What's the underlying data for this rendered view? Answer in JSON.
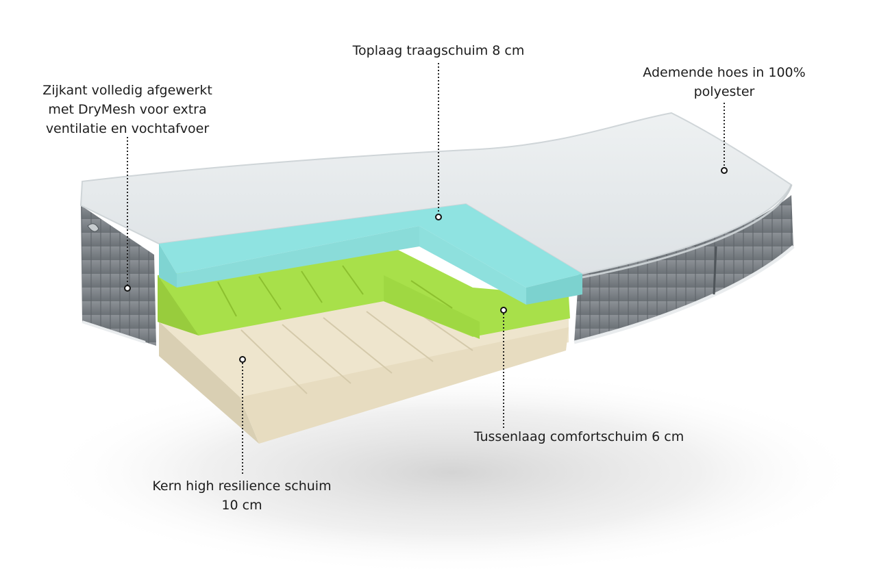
{
  "diagram": {
    "subject": "mattress-cross-section",
    "callouts": [
      {
        "id": "top-layer",
        "lines": [
          "Toplaag traagschuim 8 cm"
        ]
      },
      {
        "id": "cover",
        "lines": [
          "Ademende hoes in 100%",
          "polyester"
        ]
      },
      {
        "id": "side",
        "lines": [
          "Zijkant volledig afgewerkt",
          "met DryMesh voor extra",
          "ventilatie en vochtafvoer"
        ]
      },
      {
        "id": "middle-layer",
        "lines": [
          "Tussenlaag comfortschuim 6 cm"
        ]
      },
      {
        "id": "core",
        "lines": [
          "Kern high resilience schuim",
          "10 cm"
        ]
      }
    ],
    "colors": {
      "cover": "#e4e8ea",
      "side_fabric": "#7c8287",
      "top_foam": "#8fe3e1",
      "middle_foam": "#a8e04a",
      "core_foam": "#eee5cd",
      "leader": "#222222"
    }
  }
}
